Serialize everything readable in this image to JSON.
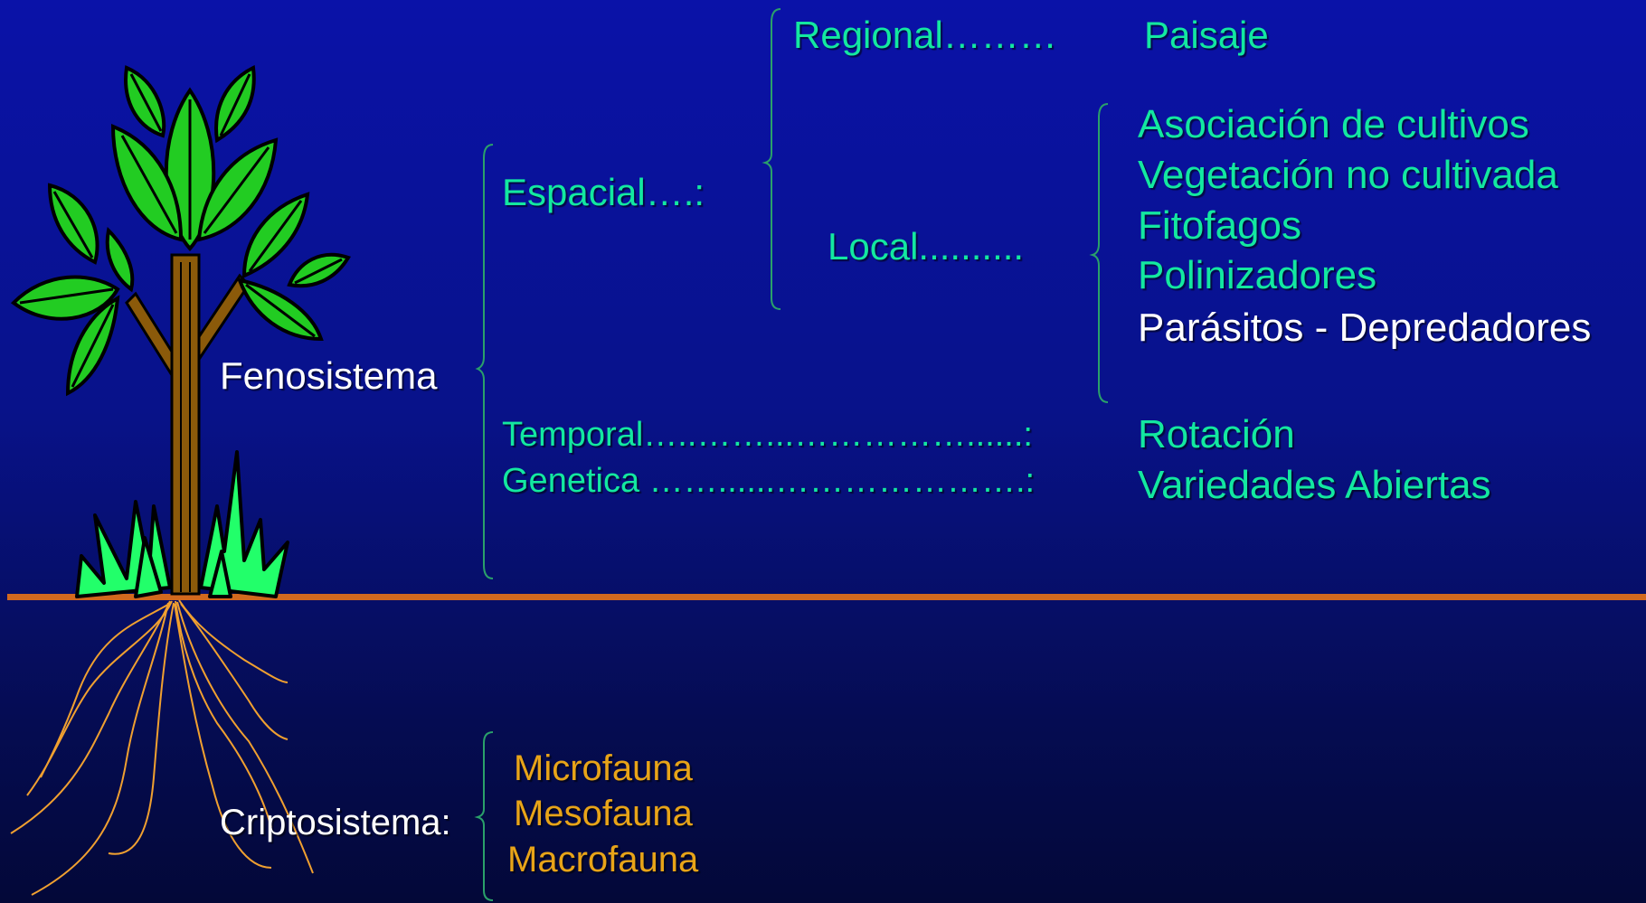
{
  "regional": {
    "label": "Regional………",
    "value": "Paisaje"
  },
  "espacial": {
    "label": "Espacial….:"
  },
  "local": {
    "label": "Local..........",
    "items": [
      "Asociación de cultivos",
      "Vegetación no cultivada",
      "Fitofagos",
      "Polinizadores",
      "Parásitos - Depredadores"
    ]
  },
  "fenosistema": {
    "label": "Fenosistema"
  },
  "temporal": {
    "label": "Temporal…..……...……………......:",
    "value": "Rotación"
  },
  "genetica": {
    "label": "Genetica ……......………………….:",
    "value": "Variedades Abiertas"
  },
  "criptosistema": {
    "label": "Criptosistema:",
    "items": [
      "Microfauna",
      "Mesofauna",
      "Macrofauna"
    ]
  },
  "colors": {
    "background": "#0a12a8",
    "label_green": "#13e8a0",
    "label_white": "#ffffff",
    "label_gold": "#e8a418",
    "ground_line": "#d2691e",
    "leaf_green": "#22cc22",
    "trunk_brown": "#8b5a0a",
    "root_orange": "#f0a030"
  },
  "illustration": {
    "tree": "tree-icon",
    "roots": "roots-icon",
    "grass": "grass-icon"
  }
}
